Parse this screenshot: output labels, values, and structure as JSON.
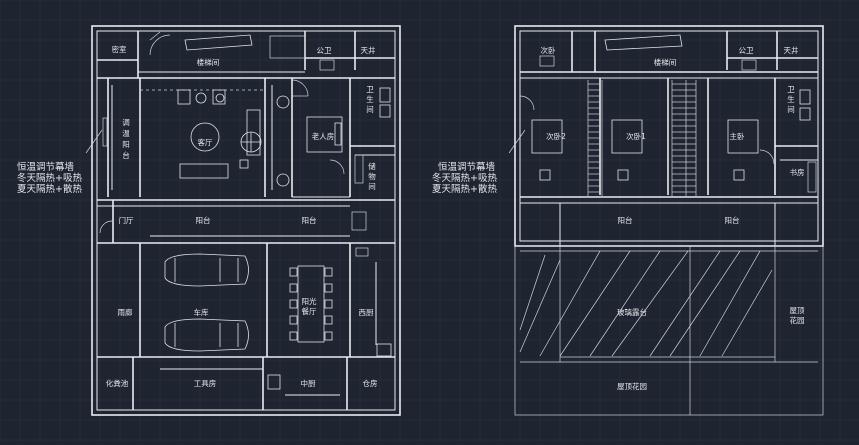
{
  "colors": {
    "background": "#1e2430",
    "lines": "#e9ecf0"
  },
  "note": {
    "line1": "恒温调节幕墙",
    "line2": "冬天隔热+吸热",
    "line3": "夏天隔热+散热"
  },
  "ground_floor": {
    "secret_room": "密室",
    "stair": "楼梯间",
    "toilet": "公卫",
    "light_well": "天井",
    "sunroom_chars": [
      "调",
      "温",
      "阳",
      "台"
    ],
    "living_room": "客厅",
    "elder_room": "老人房",
    "bath_chars": [
      "卫",
      "生",
      "间"
    ],
    "storage_chars": [
      "储",
      "物",
      "间"
    ],
    "entry_hall": "门厅",
    "balcony_left": "阳台",
    "balcony_right": "阳台",
    "rain_gallery": "雨廊",
    "garage": "车库",
    "sun_dining_1": "阳光",
    "sun_dining_2": "餐厅",
    "western_kitchen": "西厨",
    "septic_tank": "化粪池",
    "tool_room": "工具房",
    "chinese_kitchen": "中厨",
    "warehouse": "仓房"
  },
  "upper_floor": {
    "second_bedroom": "次卧",
    "stair": "楼梯间",
    "toilet": "公卫",
    "light_well": "天井",
    "bedroom2": "次卧2",
    "bedroom1": "次卧1",
    "master": "主卧",
    "bath_chars": [
      "卫",
      "生",
      "间"
    ],
    "study": "书房",
    "balcony_left": "阳台",
    "balcony_right": "阳台",
    "glass_terrace": "玻璃露台",
    "roof_garden_side_1": "屋顶",
    "roof_garden_side_2": "花园",
    "roof_garden": "屋顶花园"
  }
}
